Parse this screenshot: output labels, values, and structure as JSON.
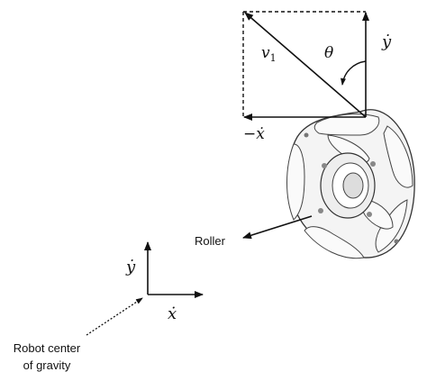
{
  "labels": {
    "y_dot_top": "ẏ",
    "v1": "v",
    "v1_sub": "1",
    "theta": "θ",
    "neg_x_dot": "−ẋ",
    "roller": "Roller",
    "y_dot_bottom": "ẏ",
    "x_dot_bottom": "ẋ",
    "robot_cg_line1": "Robot center",
    "robot_cg_line2": "of gravity"
  },
  "colors": {
    "line": "#111111",
    "wheel_stroke": "#333333",
    "wheel_fill": "#f4f4f4"
  }
}
